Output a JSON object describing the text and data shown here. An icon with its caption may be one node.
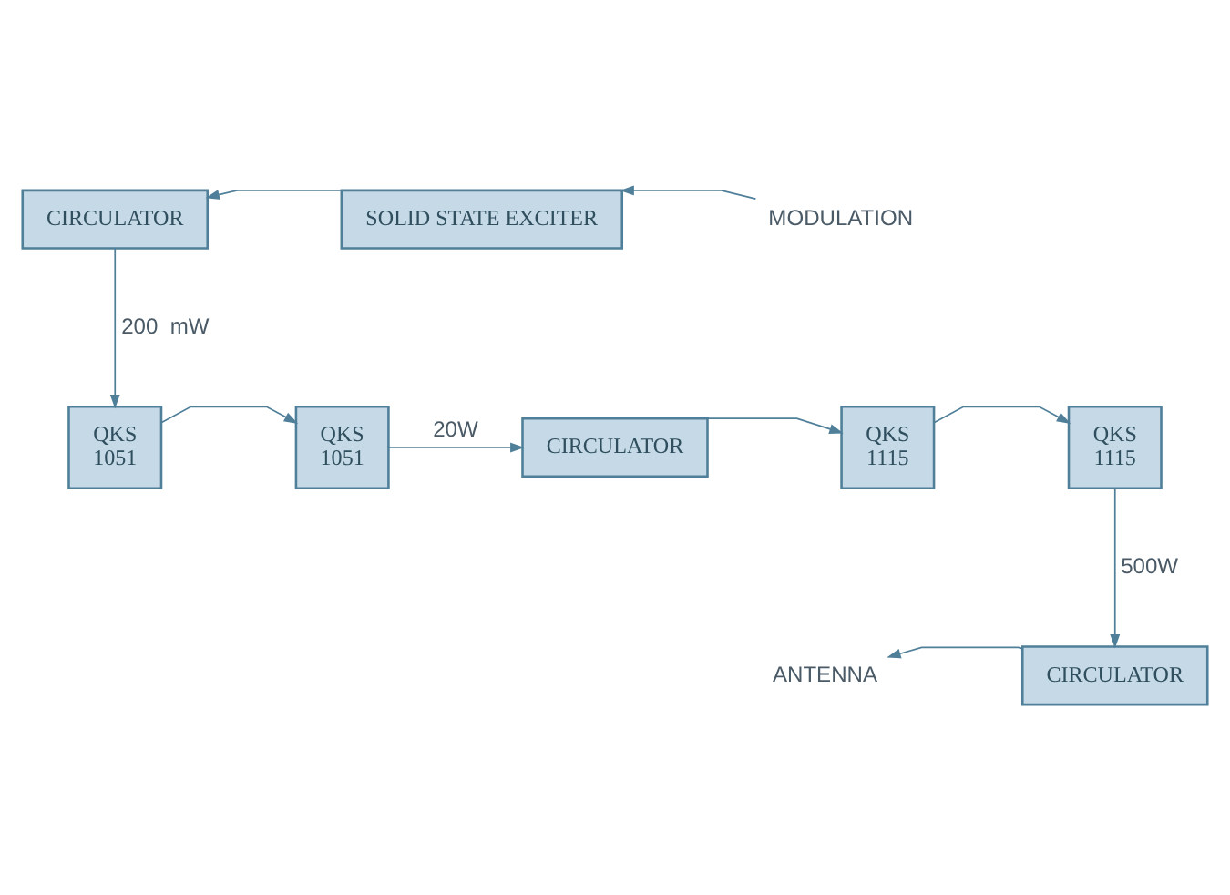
{
  "diagram": {
    "nodes": [
      {
        "text": [
          "CIRCULATOR"
        ]
      },
      {
        "text": [
          "SOLID STATE EXCITER"
        ]
      },
      {
        "text": [
          "MODULATION"
        ]
      },
      {
        "text": [
          "ANTENNA"
        ]
      },
      {
        "text": [
          "CIRCULATOR"
        ]
      },
      {
        "text": [
          "QKS",
          "1051"
        ]
      },
      {
        "text": [
          "QKS",
          "1051"
        ]
      },
      {
        "text": [
          "CIRCULATOR"
        ]
      },
      {
        "text": [
          "QKS",
          "1115"
        ]
      },
      {
        "text": [
          "QKS",
          "1115"
        ]
      }
    ],
    "edges": [
      {
        "from": 2,
        "to": 1,
        "arrow": "to"
      },
      {
        "from": 1,
        "to": 0,
        "arrow": "to"
      },
      {
        "from": 0,
        "to": 5,
        "arrow": "to",
        "label": "200  mW"
      },
      {
        "from": 5,
        "to": 6,
        "arrow": "to"
      },
      {
        "from": 6,
        "to": 7,
        "arrow": "to",
        "label": "20W"
      },
      {
        "from": 7,
        "to": 8,
        "arrow": "to"
      },
      {
        "from": 8,
        "to": 9,
        "arrow": "to"
      },
      {
        "from": 9,
        "to": 4,
        "arrow": "to",
        "label": "500W"
      },
      {
        "from": 4,
        "to": 3,
        "arrow": "to"
      }
    ]
  }
}
